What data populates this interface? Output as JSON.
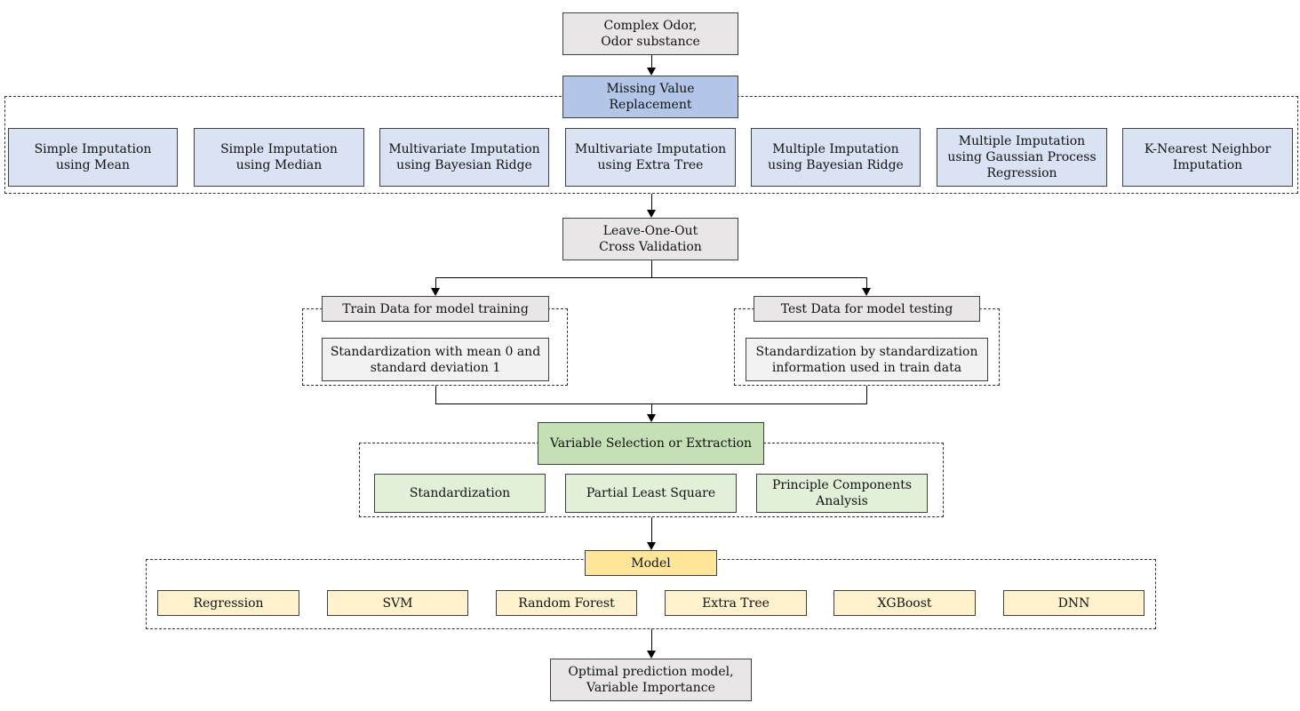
{
  "source": "Complex Odor,\nOdor substance",
  "missing_value": {
    "title": "Missing Value\nReplacement",
    "methods": [
      "Simple Imputation\nusing Mean",
      "Simple Imputation\nusing Median",
      "Multivariate Imputation\nusing Bayesian Ridge",
      "Multivariate Imputation\nusing Extra Tree",
      "Multiple Imputation\nusing Bayesian Ridge",
      "Multiple Imputation\nusing Gaussian Process\nRegression",
      "K-Nearest Neighbor\nImputation"
    ]
  },
  "cross_validation": "Leave-One-Out\nCross Validation",
  "train": {
    "title": "Train Data for model training",
    "step": "Standardization with mean 0 and\nstandard deviation 1"
  },
  "test": {
    "title": "Test Data for model testing",
    "step": "Standardization by standardization\ninformation used in train data"
  },
  "variable": {
    "title": "Variable Selection or Extraction",
    "methods": [
      "Standardization",
      "Partial Least Square",
      "Principle Components\nAnalysis"
    ]
  },
  "model": {
    "title": "Model",
    "methods": [
      "Regression",
      "SVM",
      "Random Forest",
      "Extra Tree",
      "XGBoost",
      "DNN"
    ]
  },
  "output": "Optimal prediction model,\nVariable Importance"
}
